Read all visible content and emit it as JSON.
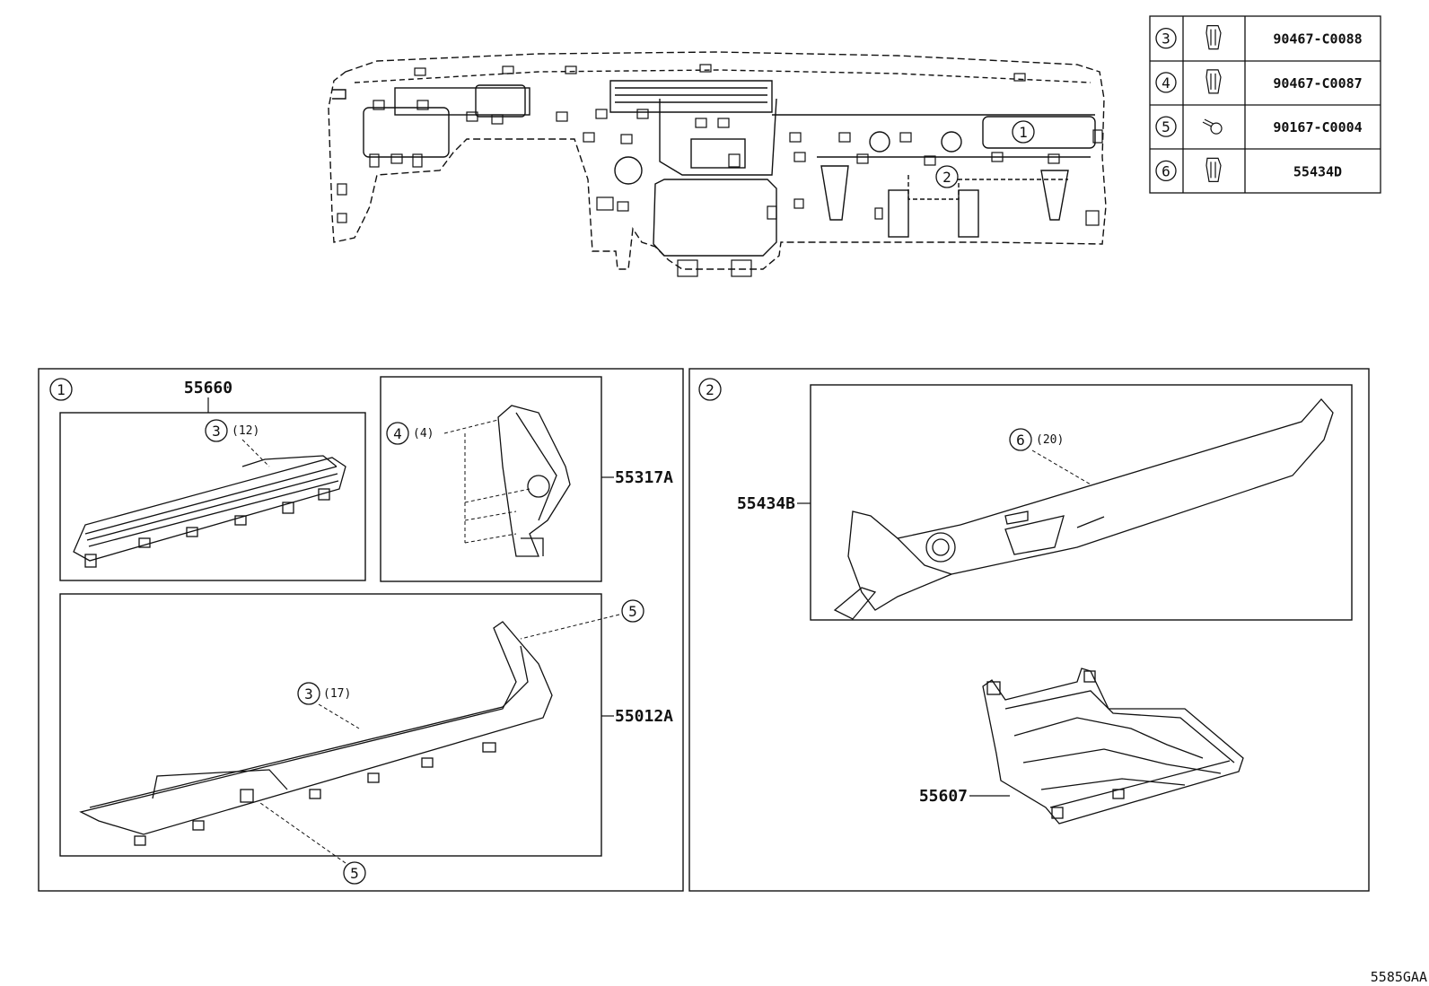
{
  "legend": {
    "rows": [
      {
        "ref": "3",
        "part": "90467-C0088",
        "icon": "clip-icon"
      },
      {
        "ref": "4",
        "part": "90467-C0087",
        "icon": "clip-icon"
      },
      {
        "ref": "5",
        "part": "90167-C0004",
        "icon": "screw-icon"
      },
      {
        "ref": "6",
        "part": "55434D",
        "icon": "clip-icon"
      }
    ]
  },
  "overview": {
    "callout_1": "1",
    "callout_2": "2"
  },
  "panel1": {
    "id": "1",
    "part_55660": "55660",
    "part_55317A": "55317A",
    "part_55012A": "55012A",
    "ref3_a": "3",
    "qty3_a": "(12)",
    "ref4": "4",
    "qty4": "(4)",
    "ref5_a": "5",
    "ref3_b": "3",
    "qty3_b": "(17)",
    "ref5_b": "5"
  },
  "panel2": {
    "id": "2",
    "part_55434B": "55434B",
    "part_55607": "55607",
    "ref6": "6",
    "qty6": "(20)"
  },
  "footer": {
    "diagram_code": "5585GAA"
  },
  "colors": {
    "line": "#111111",
    "background": "#ffffff"
  }
}
